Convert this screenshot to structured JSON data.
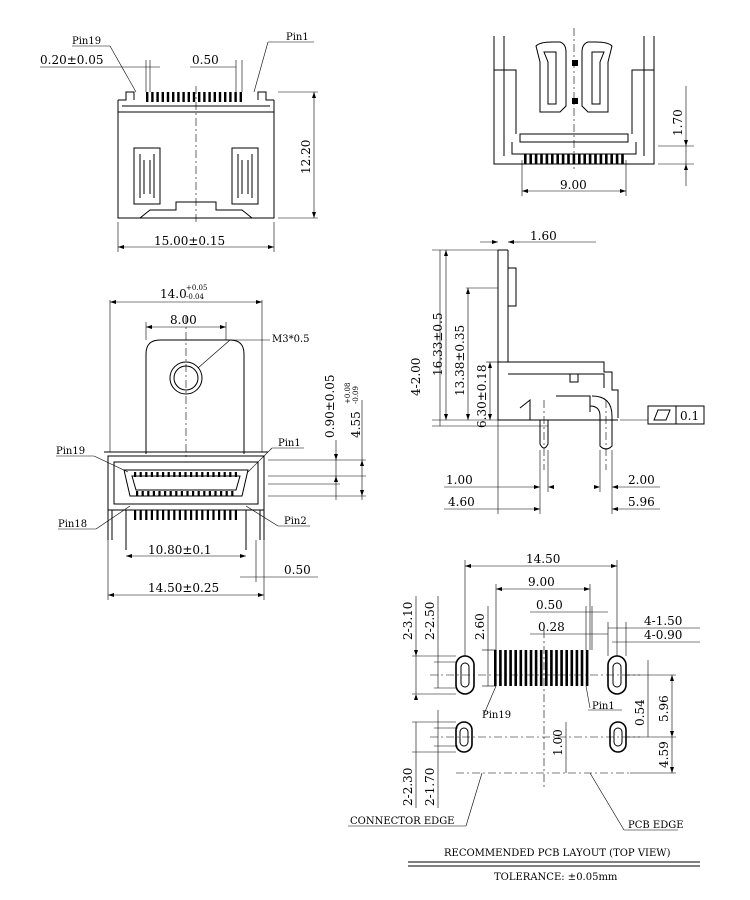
{
  "front_view": {
    "pin19": "Pin19",
    "pin1": "Pin1",
    "pin_width": "0.20±0.05",
    "pitch": "0.50",
    "height": "12.20",
    "width": "15.00±0.15"
  },
  "top_view": {
    "width_main": "14.0",
    "width_tol_plus": "+0.05",
    "width_tol_minus": "-0.04",
    "tab_width": "8.00",
    "hole": "M3*0.5",
    "dim_090": "0.90±0.05",
    "dim_455": "4.55",
    "dim_455_plus": "+0.08",
    "dim_455_minus": "-0.09",
    "pin19": "Pin19",
    "pin1": "Pin1",
    "pin18": "Pin18",
    "pin2": "Pin2",
    "inner_width": "10.80±0.1",
    "outer_width": "14.50±0.25",
    "pitch": "0.50"
  },
  "end_view": {
    "height": "1.70",
    "width": "9.00"
  },
  "side_view": {
    "dim_160": "1.60",
    "dim_4_200": "4-2.00",
    "dim_1633": "16.33±0.5",
    "dim_1338": "13.38±0.35",
    "dim_630": "6.30±0.18",
    "flatness": "0.1",
    "dim_100": "1.00",
    "dim_200": "2.00",
    "dim_460": "4.60",
    "dim_596": "5.96"
  },
  "pcb_layout": {
    "dim_1450": "14.50",
    "dim_900": "9.00",
    "dim_050": "0.50",
    "dim_028": "0.28",
    "dim_4_150": "4-1.50",
    "dim_4_090": "4-0.90",
    "dim_2_310": "2-3.10",
    "dim_2_250": "2-2.50",
    "dim_260": "2.60",
    "pin19": "Pin19",
    "pin1": "Pin1",
    "dim_054": "0.54",
    "dim_596": "5.96",
    "dim_100": "1.00",
    "dim_459": "4.59",
    "dim_2_230": "2-2.30",
    "dim_2_170": "2-1.70",
    "connector_edge": "CONNECTOR EDGE",
    "pcb_edge": "PCB EDGE"
  },
  "footer": {
    "caption": "RECOMMENDED PCB LAYOUT (TOP VIEW)",
    "tolerance": "TOLERANCE: ±0.05mm"
  }
}
